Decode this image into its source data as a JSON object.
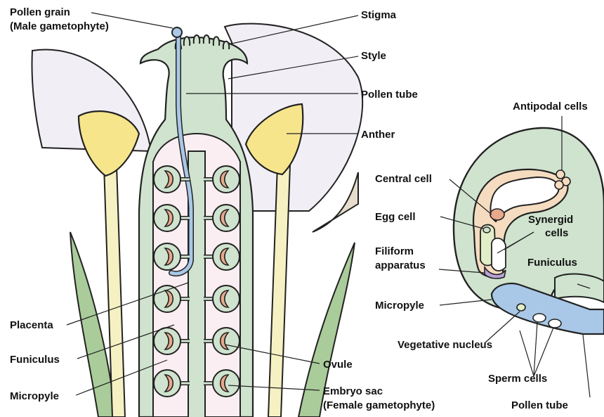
{
  "labels": {
    "pollen_grain": "Pollen grain",
    "male_gametophyte": "(Male gametophyte)",
    "stigma": "Stigma",
    "style": "Style",
    "pollen_tube_top": "Pollen tube",
    "anther": "Anther",
    "placenta": "Placenta",
    "funiculus_left": "Funiculus",
    "micropyle_left": "Micropyle",
    "ovule": "Ovule",
    "embryo_sac": "Embryo sac",
    "female_gametophyte": "(Female gametophyte)",
    "antipodal_cells": "Antipodal cells",
    "central_cell": "Central cell",
    "egg_cell": "Egg cell",
    "synergid_1": "Synergid",
    "synergid_2": "cells",
    "filiform_1": "Filiform",
    "filiform_2": "apparatus",
    "funiculus_right": "Funiculus",
    "micropyle_right": "Micropyle",
    "vegetative_nucleus": "Vegetative nucleus",
    "sperm_cells": "Sperm cells",
    "pollen_tube_bottom": "Pollen tube"
  },
  "colors": {
    "petal": "#f1eef6",
    "tissue_green": "#cfe3cf",
    "ovary_inner": "#fbeef2",
    "anther_yellow": "#f7e58c",
    "filament": "#f6f1c2",
    "pollen_tube_blue": "#a9c8e8",
    "embryo_sac_peach": "#f5dcc0",
    "nucellus_pink": "#e9a98c",
    "leaf_green": "#a9cc9a",
    "purple": "#b9a3d6"
  }
}
